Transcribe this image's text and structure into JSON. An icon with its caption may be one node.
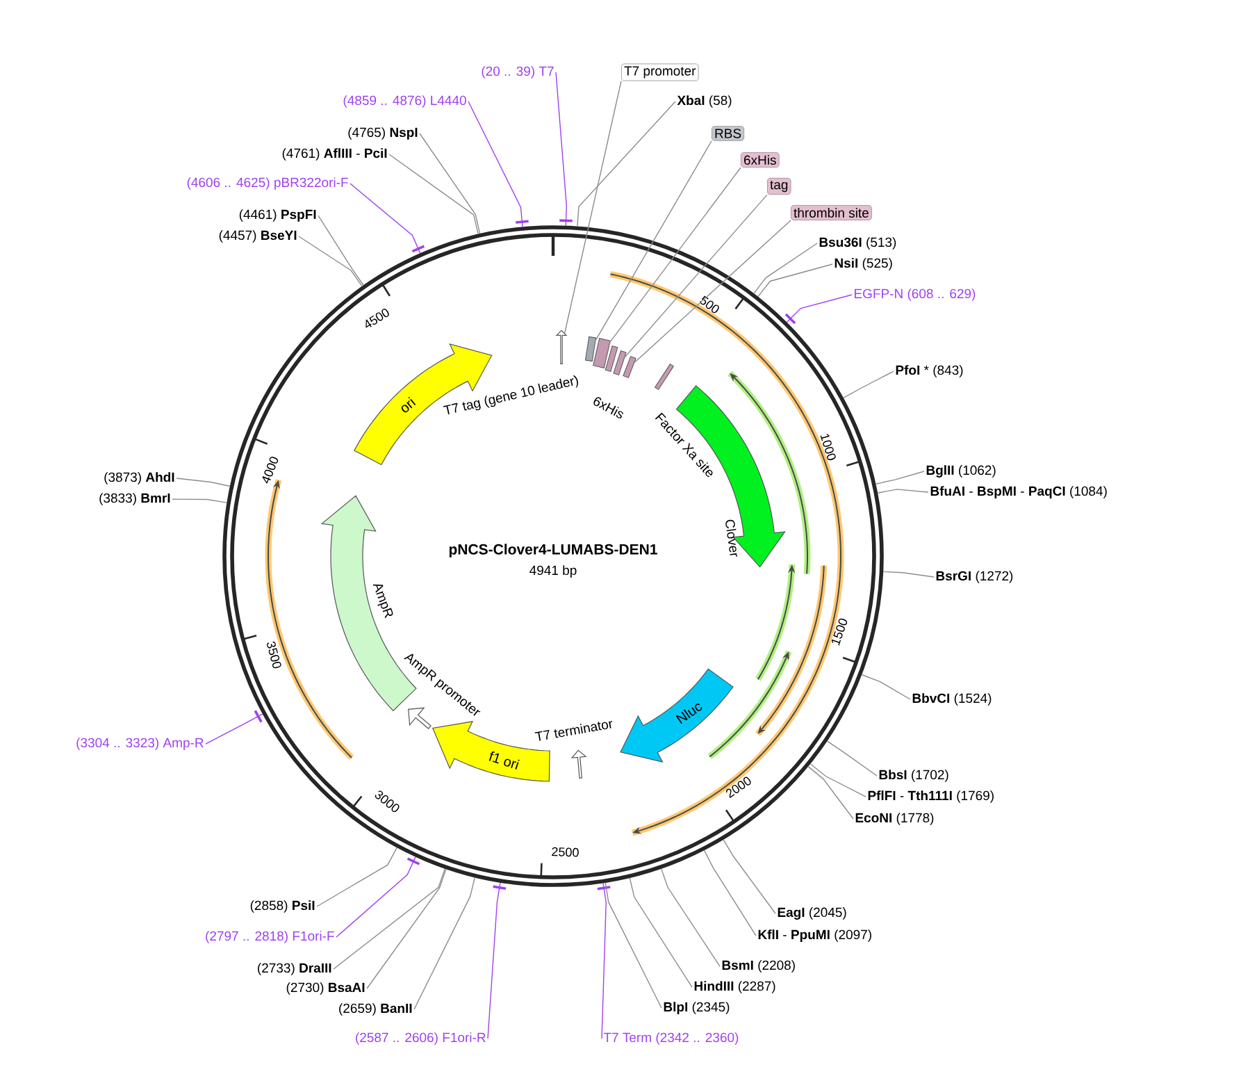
{
  "diagram": {
    "title": "pNCS-Clover4-LUMABS-DEN1",
    "nodes": [
      {
        "text": [
          "(20 .. 39) T7"
        ]
      },
      {
        "text": [
          "T7 promoter"
        ]
      },
      {
        "text": [
          "(4859 .. 4876) L4440"
        ]
      },
      {
        "text": [
          "**XbaI** (58)"
        ]
      },
      {
        "text": [
          "(4765) **NspI**"
        ]
      },
      {
        "text": [
          "RBS"
        ]
      },
      {
        "text": [
          "(4761) **AflIII** - **PciI**"
        ]
      },
      {
        "text": [
          "6xHis"
        ]
      },
      {
        "text": [
          "(4606 .. 4625) pBR322ori-F"
        ]
      },
      {
        "text": [
          "tag"
        ]
      },
      {
        "text": [
          "(4461) **PspFI**"
        ]
      },
      {
        "text": [
          "thrombin site"
        ]
      },
      {
        "text": [
          "(4457) **BseYI**"
        ]
      },
      {
        "text": [
          "**Bsu36I** (513)"
        ]
      },
      {
        "text": [
          "**NsiI** (525)"
        ]
      },
      {
        "text": [
          "EGFP-N (608 .. 629)"
        ]
      },
      {
        "text": [
          "**PfoI** * (843)"
        ]
      },
      {
        "text": [
          "**BglII** (1062)"
        ]
      },
      {
        "text": [
          "(3873) **AhdI**"
        ]
      },
      {
        "text": [
          "**BfuAI** - **BspMI** - **PaqCI** (1084)"
        ]
      },
      {
        "text": [
          "(3833) **BmrI**"
        ]
      },
      {
        "text": [
          "**BsrGI** (1272)"
        ]
      },
      {
        "text": [
          "**BbvCI** (1524)"
        ]
      },
      {
        "text": [
          "(3304 .. 3323) Amp-R"
        ]
      },
      {
        "text": [
          "**BbsI** (1702)"
        ]
      },
      {
        "text": [
          "**PflFI** - **Tth111I** (1769)"
        ]
      },
      {
        "text": [
          "**EcoNI** (1778)"
        ]
      },
      {
        "text": [
          "(2858) **PsiI**"
        ]
      },
      {
        "text": [
          "**EagI** (2045)"
        ]
      },
      {
        "text": [
          "(2797 .. 2818) F1ori-F"
        ]
      },
      {
        "text": [
          "**KflI** - **PpuMI** (2097)"
        ]
      },
      {
        "text": [
          "(2733) **DraIII**"
        ]
      },
      {
        "text": [
          "**BsmI** (2208)"
        ]
      },
      {
        "text": [
          "(2730) **BsaAI**"
        ]
      },
      {
        "text": [
          "**HindIII** (2287)"
        ]
      },
      {
        "text": [
          "(2659) **BanII**"
        ]
      },
      {
        "text": [
          "**BlpI** (2345)"
        ]
      },
      {
        "text": [
          "(2587 .. 2606) F1ori-R"
        ]
      },
      {
        "text": [
          "T7 Term (2342 .. 2360)"
        ]
      },
      {
        "text": [],
        "shape": "circle"
      },
      {
        "text": [],
        "shape": "arrow",
        "in": 39
      },
      {
        "text": [],
        "shape": "box",
        "in": 39
      },
      {
        "text": [],
        "shape": "box",
        "in": 39
      },
      {
        "text": [],
        "shape": "box",
        "in": 39
      },
      {
        "text": [],
        "shape": "box",
        "in": 39
      },
      {
        "text": [
          "ori"
        ],
        "in": 39
      },
      {
        "text": [],
        "shape": "arrow",
        "in": 39
      },
      {
        "text": [
          "Nluc"
        ],
        "in": 39
      },
      {
        "text": [],
        "shape": "arrow",
        "in": 39
      },
      {
        "text": [
          "f1 ori"
        ],
        "in": 39
      },
      {
        "text": [],
        "shape": "arrow",
        "in": 39
      },
      {
        "text": [],
        "shape": "arrow",
        "in": 39
      },
      {
        "text": [],
        "shape": "box",
        "in": 39
      },
      {
        "text": [],
        "shape": "box",
        "in": 39
      }
    ],
    "edges": [
      {
        "from": 0,
        "to": 39,
        "arrow": "none",
        "color": "#a040f0"
      },
      {
        "from": 1,
        "to": 40,
        "arrow": "none"
      },
      {
        "from": 2,
        "to": 39,
        "arrow": "none",
        "color": "#a040f0"
      },
      {
        "from": 3,
        "to": 39,
        "arrow": "none"
      },
      {
        "from": 4,
        "to": 39,
        "arrow": "none"
      },
      {
        "from": 5,
        "to": 41,
        "arrow": "none"
      },
      {
        "from": 6,
        "to": 39,
        "arrow": "none"
      },
      {
        "from": 7,
        "to": 42,
        "arrow": "none"
      },
      {
        "from": 8,
        "to": 39,
        "arrow": "none",
        "color": "#a040f0"
      },
      {
        "from": 9,
        "to": 43,
        "arrow": "none"
      },
      {
        "from": 10,
        "to": 39,
        "arrow": "none"
      },
      {
        "from": 11,
        "to": 44,
        "arrow": "none"
      },
      {
        "from": 12,
        "to": 39,
        "arrow": "none"
      },
      {
        "from": 13,
        "to": 39,
        "arrow": "none"
      },
      {
        "from": 14,
        "to": 39,
        "arrow": "none"
      },
      {
        "from": 15,
        "to": 39,
        "arrow": "none",
        "color": "#a040f0"
      },
      {
        "from": 16,
        "to": 39,
        "arrow": "none"
      },
      {
        "from": 17,
        "to": 39,
        "arrow": "none"
      },
      {
        "from": 18,
        "to": 39,
        "arrow": "none"
      },
      {
        "from": 19,
        "to": 39,
        "arrow": "none"
      },
      {
        "from": 20,
        "to": 39,
        "arrow": "none"
      },
      {
        "from": 21,
        "to": 39,
        "arrow": "none"
      },
      {
        "from": 22,
        "to": 39,
        "arrow": "none"
      },
      {
        "from": 23,
        "to": 39,
        "arrow": "none",
        "color": "#a040f0"
      },
      {
        "from": 24,
        "to": 39,
        "arrow": "none"
      },
      {
        "from": 25,
        "to": 39,
        "arrow": "none"
      },
      {
        "from": 26,
        "to": 39,
        "arrow": "none"
      },
      {
        "from": 27,
        "to": 39,
        "arrow": "none"
      },
      {
        "from": 28,
        "to": 39,
        "arrow": "none"
      },
      {
        "from": 29,
        "to": 39,
        "arrow": "none",
        "color": "#a040f0"
      },
      {
        "from": 30,
        "to": 39,
        "arrow": "none"
      },
      {
        "from": 31,
        "to": 39,
        "arrow": "none"
      },
      {
        "from": 32,
        "to": 39,
        "arrow": "none"
      },
      {
        "from": 33,
        "to": 39,
        "arrow": "none"
      },
      {
        "from": 34,
        "to": 39,
        "arrow": "none"
      },
      {
        "from": 35,
        "to": 39,
        "arrow": "none"
      },
      {
        "from": 36,
        "to": 39,
        "arrow": "none"
      },
      {
        "from": 37,
        "to": 39,
        "arrow": "none",
        "color": "#a040f0"
      },
      {
        "from": 38,
        "to": 39,
        "arrow": "none",
        "color": "#a040f0"
      }
    ],
    "labels": [
      "T7 tag (gene 10 leader)",
      "6xHis",
      "Factor Xa site",
      "Clover",
      "AmpR",
      "4941 bp",
      "AmpR promoter",
      "T7 terminator",
      "500",
      "1000",
      "1500",
      "2000",
      "2500",
      "3000",
      "3500",
      "4000",
      "4500"
    ]
  }
}
